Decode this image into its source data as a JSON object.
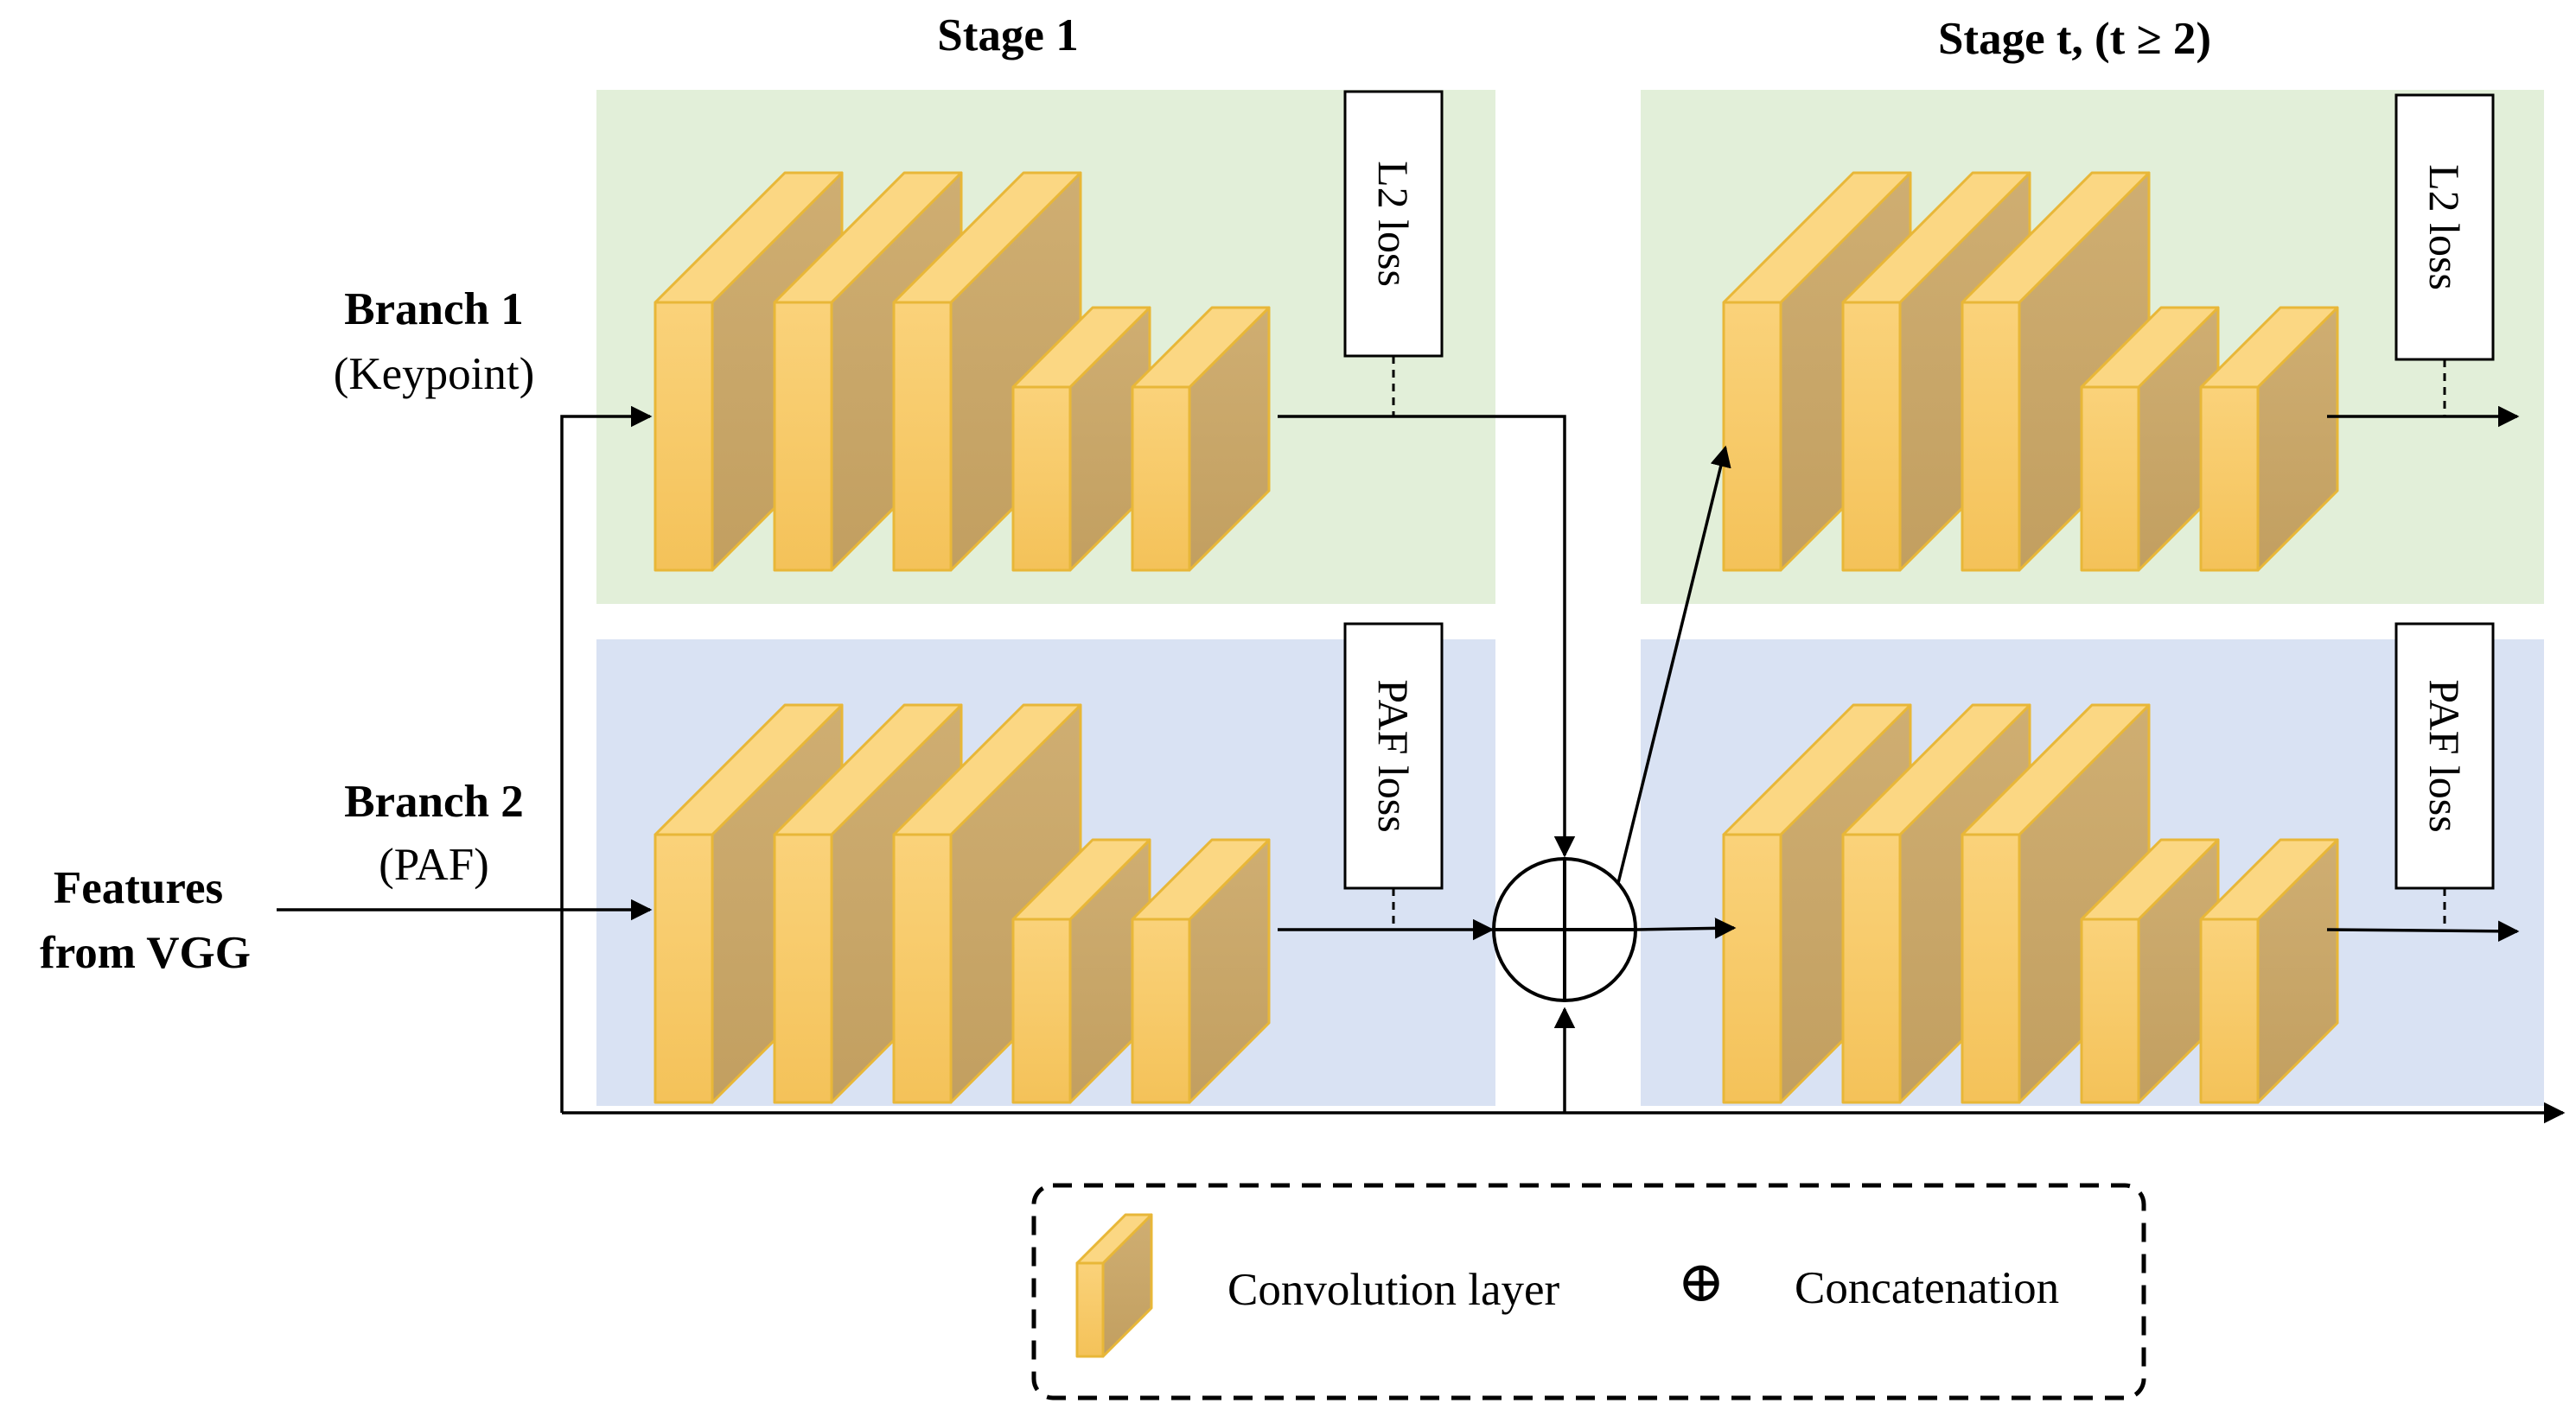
{
  "titles": {
    "stage1": "Stage 1",
    "stage_t": "Stage t, (t ≥ 2)"
  },
  "branches": {
    "branch1_title": "Branch 1",
    "branch1_sub": "(Keypoint)",
    "branch2_title": "Branch 2",
    "branch2_sub": "(PAF)"
  },
  "input": {
    "line1": "Features",
    "line2": "from VGG"
  },
  "losses": {
    "branch1": "L2 loss",
    "branch2": "PAF loss"
  },
  "legend": {
    "conv_label": "Convolution layer",
    "concat_symbol": "⊕",
    "concat_label": "Concatenation"
  },
  "colors": {
    "keypoint_panel": "#e2efd9",
    "paf_panel": "#d9e2f3",
    "layer_face": "#f5cb6e",
    "layer_side": "#c9a86c",
    "layer_top": "#fbd783",
    "layer_edge": "#e8b738"
  }
}
